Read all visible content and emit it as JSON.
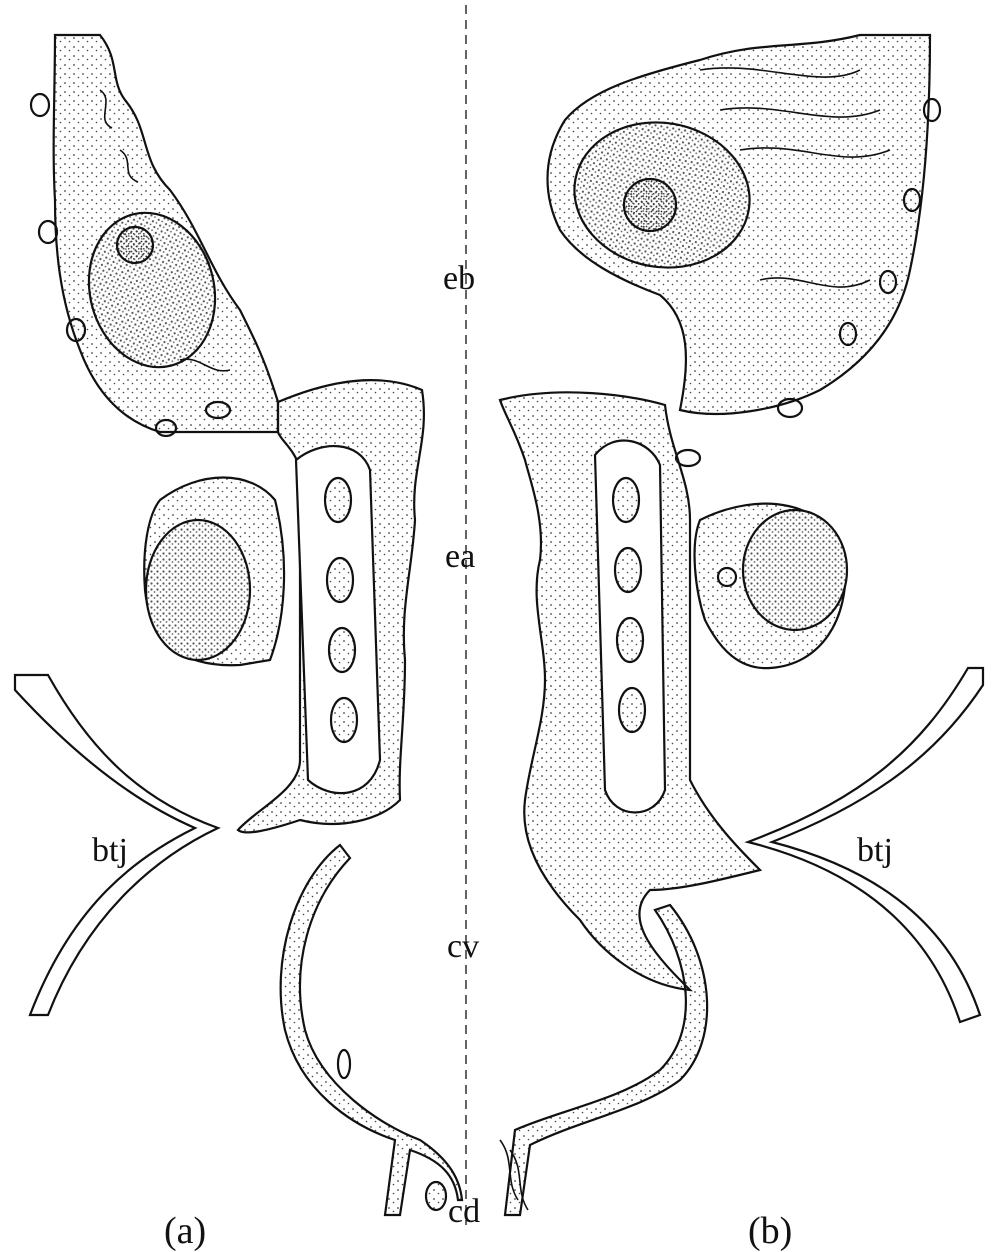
{
  "figure": {
    "labels": {
      "eb": "eb",
      "ea": "ea",
      "cv": "cv",
      "cd": "cd",
      "btj_left": "btj",
      "btj_right": "btj"
    },
    "panels": {
      "a": "(a)",
      "b": "(b)"
    },
    "colors": {
      "ink": "#111111",
      "fill": "#ffffff",
      "stipple": "#444444",
      "nucleus": "#6a6a6a"
    }
  }
}
